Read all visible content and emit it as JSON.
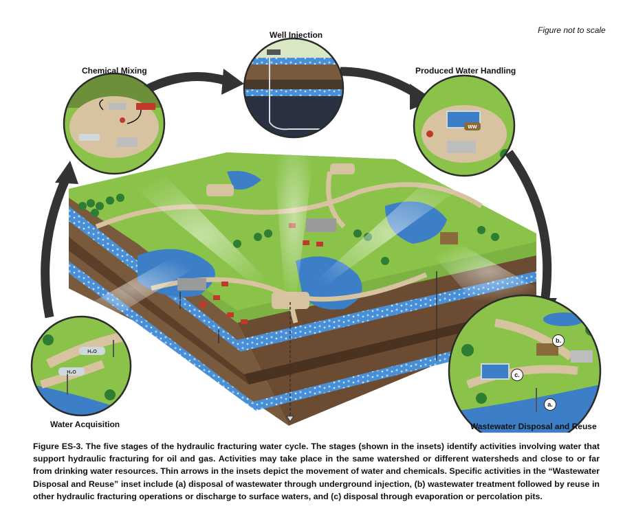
{
  "note": "Figure not to scale",
  "insets": {
    "chemical_mixing": "Chemical Mixing",
    "well_injection": "Well Injection",
    "produced_water": "Produced Water Handling",
    "water_acquisition": "Water Acquisition",
    "wastewater": "Wastewater Disposal and Reuse"
  },
  "badges": {
    "a": "a.",
    "b": "b.",
    "c": "c."
  },
  "tanker_labels": {
    "h2o_1": "H₂O",
    "h2o_2": "H₂O",
    "ww": "WW"
  },
  "caption": "Figure ES-3. The five stages of the hydraulic fracturing water cycle. The stages (shown in the insets) identify activities involving water that support hydraulic fracturing for oil and gas. Activities may take place in the same watershed or different watersheds and close to or far from drinking water resources. Thin arrows in the insets depict the movement of water and chemicals. Specific activities in the “Wastewater Disposal and Reuse” inset include (a) disposal of wastewater through underground injection, (b) wastewater treatment followed by reuse in other hydraulic fracturing operations or discharge to surface waters, and (c) disposal through evaporation or percolation pits.",
  "colors": {
    "grass": "#7cb342",
    "soil": "#7a5a3c",
    "water": "#3d7fc6",
    "arrow": "#333333",
    "inset_border": "#2b2b2b"
  }
}
